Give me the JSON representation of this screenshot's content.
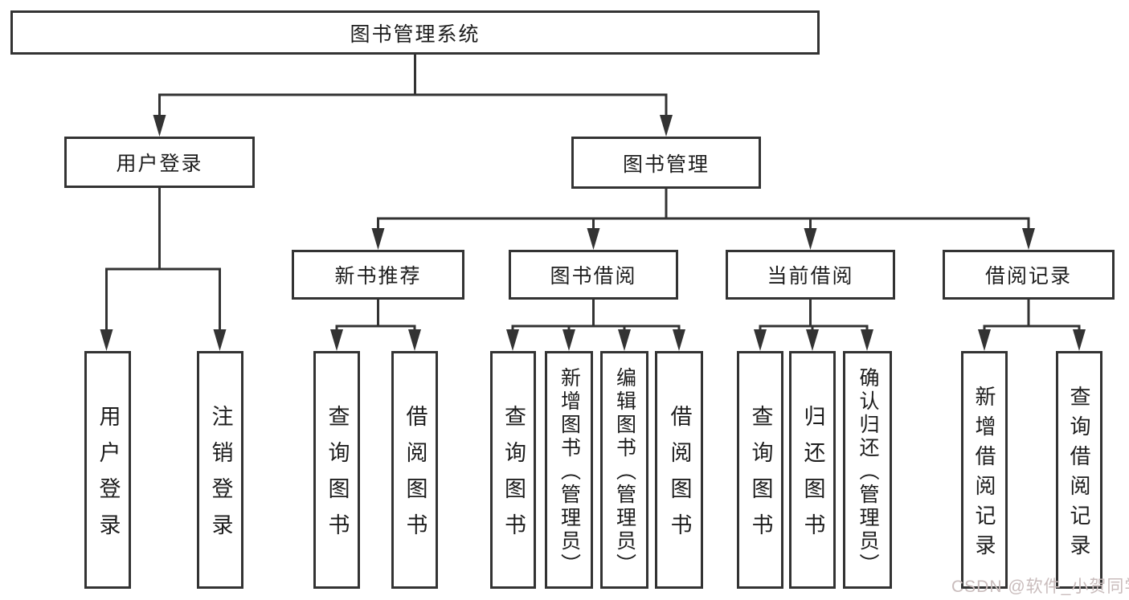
{
  "tree": {
    "label": "图书管理系统",
    "children": [
      {
        "label": "用户登录",
        "children": [
          {
            "label": "用户登录"
          },
          {
            "label": "注销登录"
          }
        ]
      },
      {
        "label": "图书管理",
        "children": [
          {
            "label": "新书推荐",
            "children": [
              {
                "label": "查询图书"
              },
              {
                "label": "借阅图书"
              }
            ]
          },
          {
            "label": "图书借阅",
            "children": [
              {
                "label": "查询图书"
              },
              {
                "label": "新增图书（管理员）"
              },
              {
                "label": "编辑图书（管理员）"
              },
              {
                "label": "借阅图书"
              }
            ]
          },
          {
            "label": "当前借阅",
            "children": [
              {
                "label": "查询图书"
              },
              {
                "label": "归还图书"
              },
              {
                "label": "确认归还（管理员）"
              }
            ]
          },
          {
            "label": "借阅记录",
            "children": [
              {
                "label": "新增借阅记录"
              },
              {
                "label": "查询借阅记录"
              }
            ]
          }
        ]
      }
    ]
  },
  "watermark": "CSDN @软件_小贺同学",
  "colors": {
    "border": "#333333",
    "line": "#333333",
    "text": "#1d1d1d",
    "watermark": "#c9bcbc",
    "background": "#ffffff"
  }
}
